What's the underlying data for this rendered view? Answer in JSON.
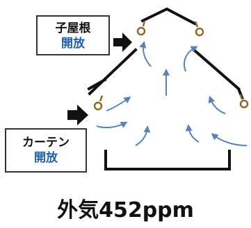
{
  "labels": {
    "roof_vent": {
      "line1": "子屋根",
      "line2": "開放"
    },
    "curtain": {
      "line1": "カーテン",
      "line2": "開放"
    }
  },
  "caption": "外気452ppm",
  "colors": {
    "structure": "#111111",
    "airflow": "#5a82b4",
    "vent_hinge": "#8b6a2a",
    "open_text": "#1f5fae"
  }
}
